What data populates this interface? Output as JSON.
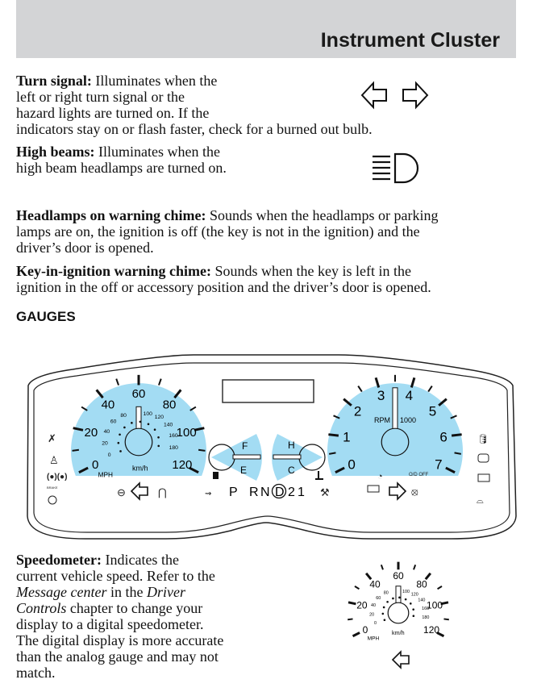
{
  "header": {
    "title": "Instrument Cluster"
  },
  "turn_signal": {
    "label": "Turn signal:",
    "lines": [
      " Illuminates when the",
      "left or right turn signal or the",
      "hazard lights are turned on. If the",
      "indicators stay on or flash faster, check for a burned out bulb."
    ]
  },
  "high_beams": {
    "label": "High beams:",
    "lines": [
      " Illuminates when the",
      "high beam headlamps are turned on."
    ]
  },
  "headlamps_chime": {
    "label": "Headlamps on warning chime:",
    "lines": [
      " Sounds when the headlamps or parking",
      "lamps are on, the ignition is off (the key is not in the ignition) and the",
      "driver’s door is opened."
    ]
  },
  "key_chime": {
    "label": "Key-in-ignition warning chime:",
    "lines": [
      " Sounds when the key is left in the",
      "ignition in the off or accessory position and the driver’s door is opened."
    ]
  },
  "gauges_heading": "GAUGES",
  "speedometer": {
    "label": "Speedometer:",
    "l1": " Indicates the",
    "l2": "current vehicle speed. Refer to the",
    "l3_ital": "Message center",
    "l3": " in the ",
    "l3_ital2": "Driver",
    "l4_ital": "Controls",
    "l4": " chapter to change your",
    "l5": "display to a digital speedometer.",
    "l6": "The digital display is more accurate",
    "l7": "than the analog gauge and may not",
    "l8": "match."
  },
  "cluster": {
    "mph_labels": [
      "0",
      "20",
      "40",
      "60",
      "80",
      "100",
      "120"
    ],
    "mph_unit": "MPH",
    "kmh_labels": [
      "0",
      "20",
      "40",
      "60",
      "80",
      "100",
      "120",
      "140",
      "160",
      "180"
    ],
    "kmh_unit": "km/h",
    "rpm_labels": [
      "0",
      "1",
      "2",
      "3",
      "4",
      "5",
      "6",
      "7"
    ],
    "rpm_unit": "RPM",
    "rpm_mult": "1000",
    "fuel_full": "F",
    "fuel_empty": "E",
    "temp_hot": "H",
    "temp_cold": "C",
    "prnd": [
      "P",
      "R",
      "N",
      "D",
      "2",
      "1"
    ],
    "selected_gear": "D",
    "brake_label": "BRAKE",
    "od_off": "O/D OFF",
    "gauge_color": "#a3dcf3"
  }
}
